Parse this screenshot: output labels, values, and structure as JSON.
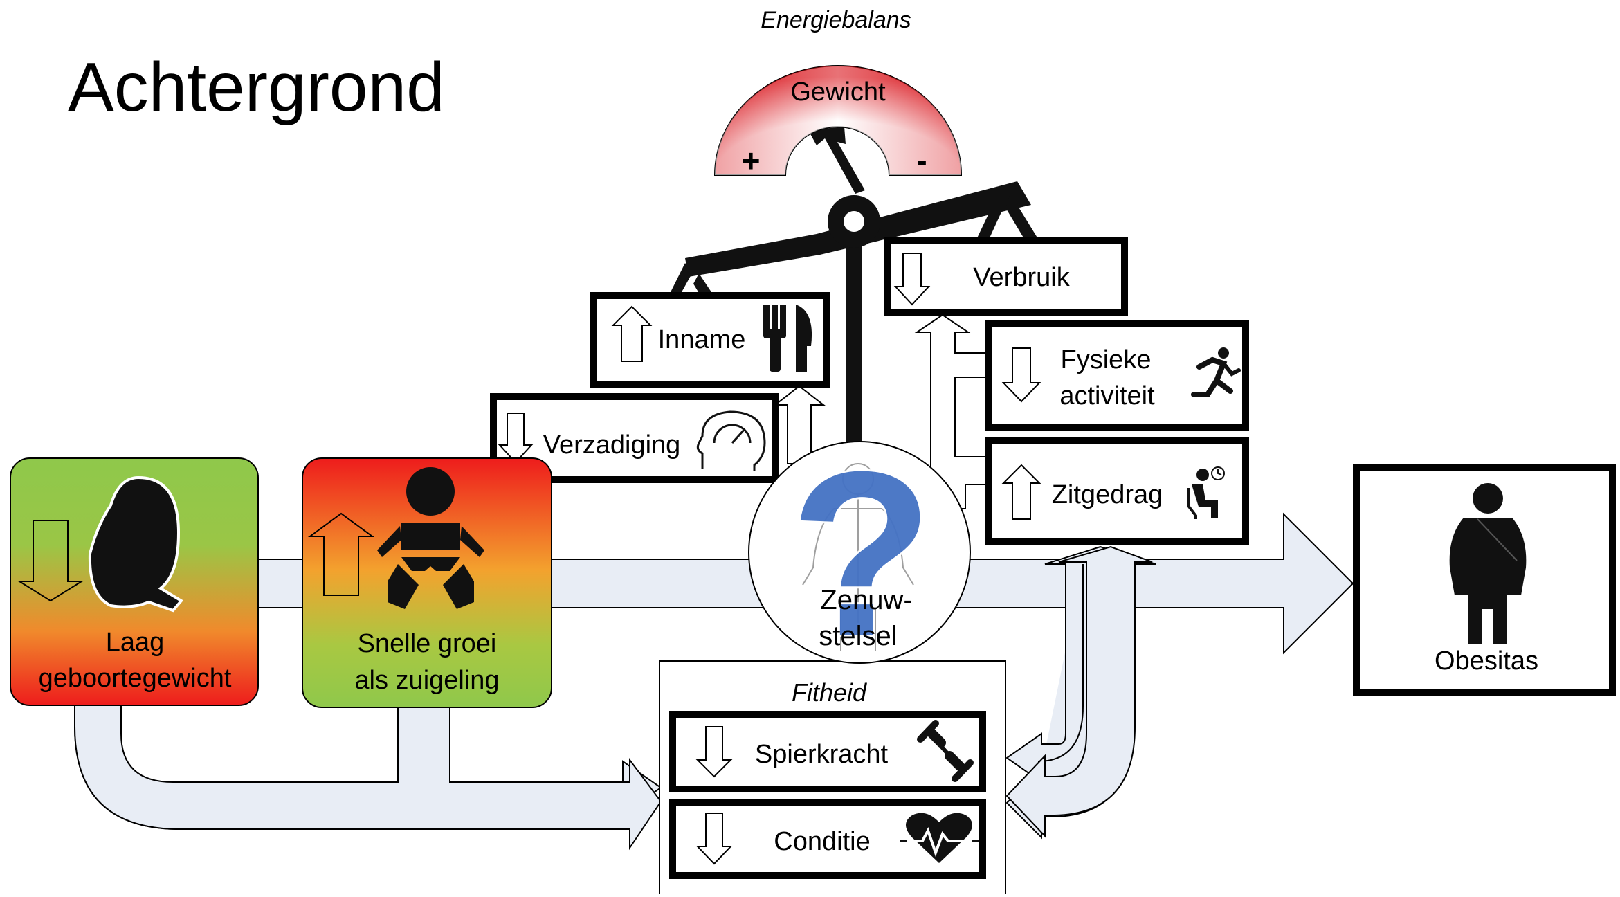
{
  "title": "Achtergrond",
  "energiebalans": {
    "heading": "Energiebalans",
    "gauge_label": "Gewicht",
    "plus": "+",
    "minus": "-"
  },
  "boxes": {
    "inname": "Inname",
    "verzadiging": "Verzadiging",
    "verbruik": "Verbruik",
    "fysieke_line1": "Fysieke",
    "fysieke_line2": "activiteit",
    "zitgedrag": "Zitgedrag",
    "spierkracht": "Spierkracht",
    "conditie": "Conditie"
  },
  "fitheid": {
    "heading": "Fitheid"
  },
  "center": {
    "line1": "Zenuw-",
    "line2": "stelsel",
    "question": "?"
  },
  "causes": {
    "laag_line1": "Laag",
    "laag_line2": "geboortegewicht",
    "snelle_line1": "Snelle groei",
    "snelle_line2": "als zuigeling"
  },
  "outcome": {
    "label": "Obesitas"
  },
  "colors": {
    "gauge_red": "#d9141b",
    "green": "#8fc84b",
    "red": "#ee1c1c",
    "flow": "#e8edf5",
    "question_blue": "#4472c4"
  },
  "icons": [
    "fork-knife-icon",
    "satiety-gauge-head-icon",
    "running-person-icon",
    "sitting-clock-icon",
    "dumbbell-icon",
    "heartbeat-icon",
    "fetus-icon",
    "baby-icon",
    "obese-person-icon",
    "nervous-system-icon",
    "question-mark-icon"
  ]
}
